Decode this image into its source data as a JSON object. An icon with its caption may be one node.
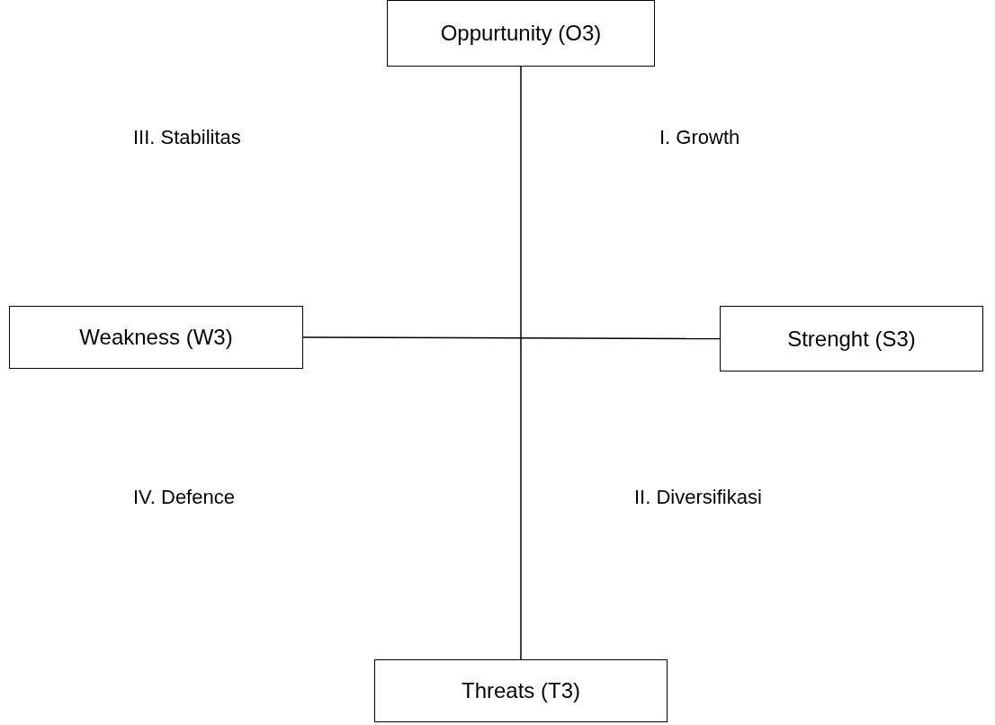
{
  "diagram": {
    "nodes": [
      {
        "text": [
          "Oppurtunity (O3)"
        ]
      },
      {
        "text": [
          "Weakness (W3)"
        ]
      },
      {
        "text": [
          "Strenght (S3)"
        ]
      },
      {
        "text": [
          "Threats (T3)"
        ]
      }
    ],
    "edges": [
      {
        "from": 0,
        "to": 3,
        "arrow": "none"
      },
      {
        "from": 1,
        "to": 2,
        "arrow": "none"
      }
    ],
    "labels": [
      "III. Stabilitas",
      "I. Growth",
      "IV. Defence",
      "II. Diversifikasi"
    ]
  }
}
